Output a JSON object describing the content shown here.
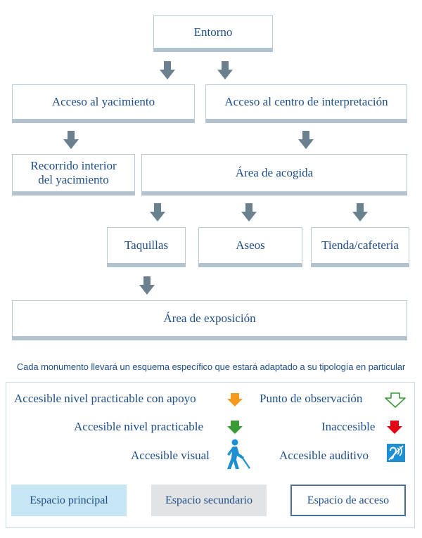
{
  "nodes": {
    "entorno": "Entorno",
    "acceso_yacimiento": "Acceso al yacimiento",
    "acceso_centro": "Acceso al centro de interpretación",
    "recorrido_line1": "Recorrido interior",
    "recorrido_line2": "del yacimiento",
    "area_acogida": "Área de acogida",
    "taquillas": "Taquillas",
    "aseos": "Aseos",
    "tienda": "Tienda/cafetería",
    "area_exposicion": "Área de exposición"
  },
  "note": "Cada monumento llevará un esquema específico que estará adaptado a su tipología en particular",
  "legend": {
    "practicable_apoyo": "Accesible nivel practicable con apoyo",
    "observacion": "Punto de observación",
    "practicable": "Accesible nivel practicable",
    "inaccesible": "Inaccesible",
    "visual": "Accesible visual",
    "auditivo": "Accesible auditivo",
    "espacio_principal": "Espacio principal",
    "espacio_secundario": "Espacio secundario",
    "espacio_acceso": "Espacio de acceso"
  },
  "colors": {
    "text": "#1f4e89",
    "flow_arrow": "#6c818f",
    "orange_arrow": "#f39a1f",
    "green_arrow": "#3a9b35",
    "red_arrow": "#e30613",
    "outline_arrow": "#3a9b35",
    "principal_fill": "#c7e6f4",
    "secundario_fill": "#e2e3e4",
    "icon_blue": "#1e8fd2"
  }
}
